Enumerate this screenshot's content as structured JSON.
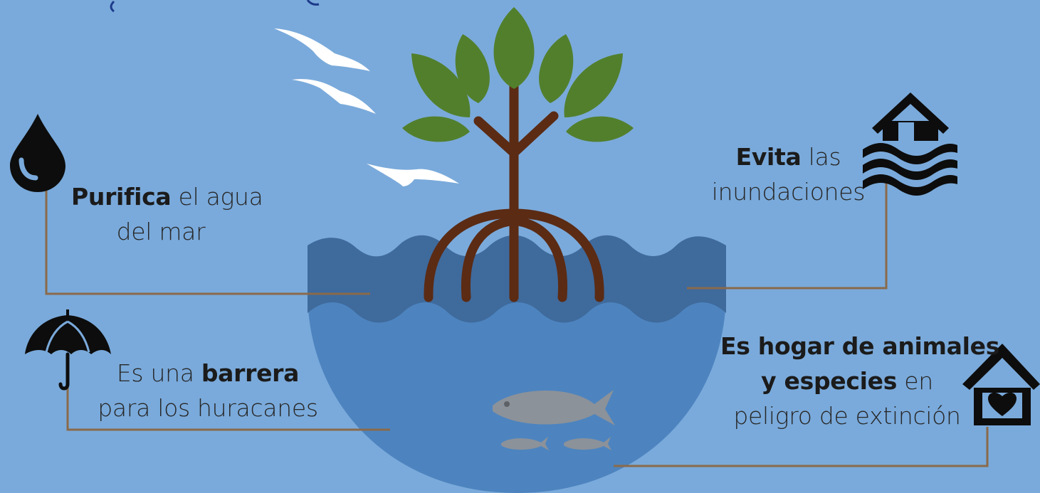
{
  "benefits": {
    "purifica": {
      "bold": "Purifica",
      "rest": " el agua",
      "line2": "del mar"
    },
    "evita": {
      "bold": "Evita",
      "rest": " las",
      "line2": "inundaciones"
    },
    "barrera": {
      "pre": "Es una ",
      "bold": "barrera",
      "line2": "para los huracanes"
    },
    "hogar": {
      "line1": "Es hogar de animales",
      "bold2": "y especies",
      "rest2": " en",
      "line3": "peligro de extinción"
    }
  },
  "icons": {
    "water_drop": "water-drop-icon",
    "flood_house": "flooded-house-icon",
    "umbrella": "umbrella-icon",
    "home_heart": "home-heart-icon",
    "mangrove": "mangrove-tree",
    "birds": "seagull-icons",
    "fish": "fish-icons"
  },
  "colors": {
    "background": "#7aaadb",
    "water_surface": "#3f6a9c",
    "water_deep": "#4d84bf",
    "leaves": "#527f2c",
    "trunk": "#5b2b14",
    "connector": "#8a6a4a",
    "icons": "#0d0d0d",
    "fish": "#8c9299"
  }
}
